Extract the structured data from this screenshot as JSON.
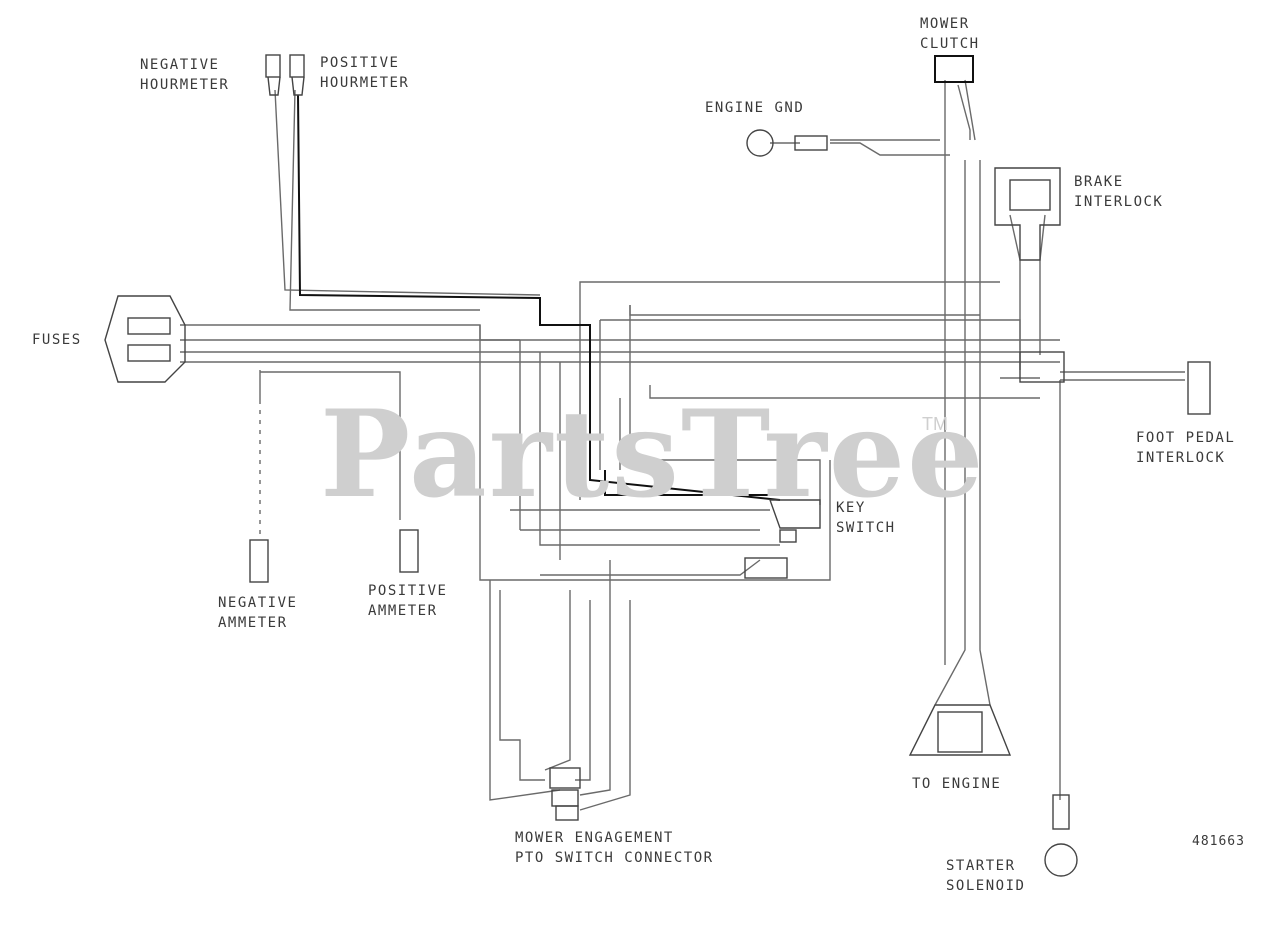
{
  "watermark": {
    "text": "PartsTree",
    "mark": "TM"
  },
  "part_number": "481663",
  "labels": {
    "mower_clutch": [
      "MOWER",
      "CLUTCH"
    ],
    "engine_gnd": [
      "ENGINE GND"
    ],
    "negative_hourmeter": [
      "NEGATIVE",
      "HOURMETER"
    ],
    "positive_hourmeter": [
      "POSITIVE",
      "HOURMETER"
    ],
    "brake_interlock": [
      "BRAKE",
      "INTERLOCK"
    ],
    "fuses": [
      "FUSES"
    ],
    "foot_pedal_interlock": [
      "FOOT PEDAL",
      "INTERLOCK"
    ],
    "key_switch": [
      "KEY",
      "SWITCH"
    ],
    "negative_ammeter": [
      "NEGATIVE",
      "AMMETER"
    ],
    "positive_ammeter": [
      "POSITIVE",
      "AMMETER"
    ],
    "to_engine": [
      "TO ENGINE"
    ],
    "mower_engagement": [
      "MOWER ENGAGEMENT",
      "PTO SWITCH CONNECTOR"
    ],
    "starter_solenoid": [
      "STARTER",
      "SOLENOID"
    ]
  }
}
